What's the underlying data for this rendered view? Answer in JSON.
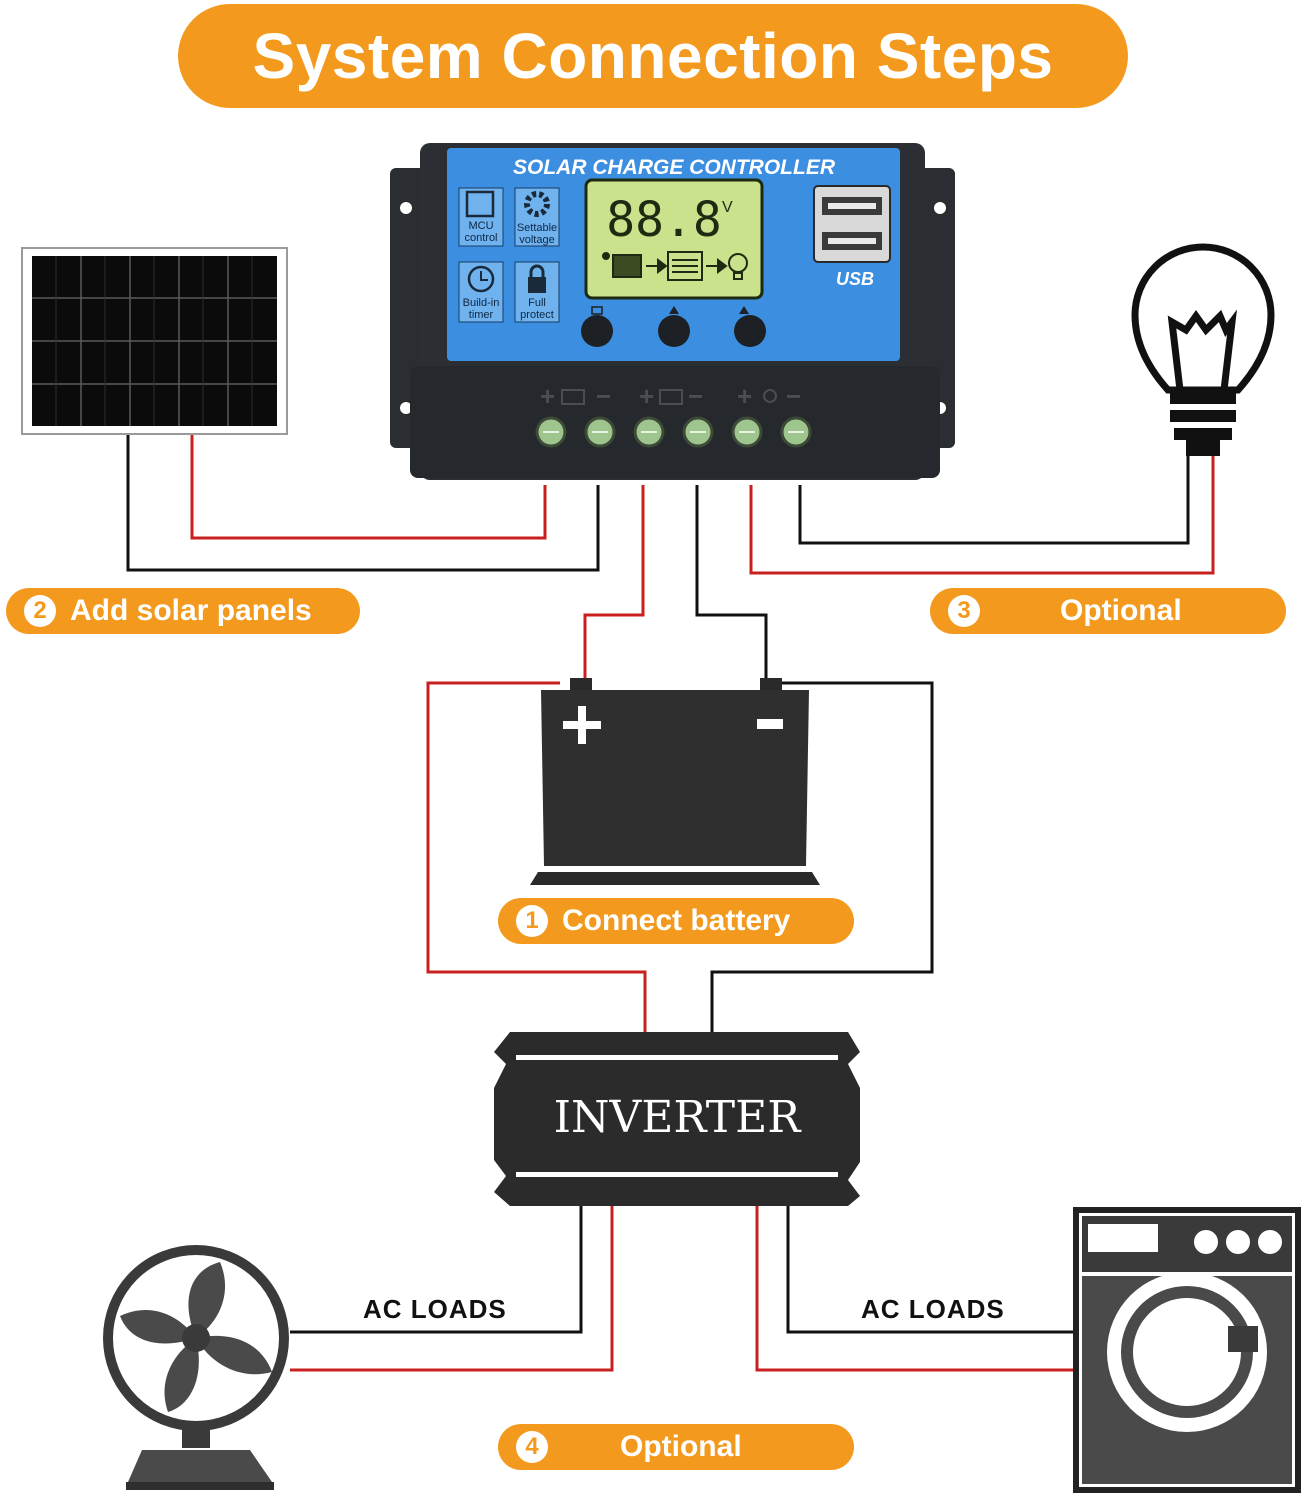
{
  "title": "System Connection Steps",
  "controller": {
    "header": "SOLAR CHARGE CONTROLLER",
    "lcd_value": "88.8",
    "lcd_unit": "V",
    "features": [
      {
        "icon": "mcu-chip-icon",
        "label_line1": "MCU",
        "label_line2": "control"
      },
      {
        "icon": "gear-icon",
        "label_line1": "Settable",
        "label_line2": "voltage"
      },
      {
        "icon": "clock-icon",
        "label_line1": "Build-in",
        "label_line2": "timer"
      },
      {
        "icon": "lock-icon",
        "label_line1": "Full",
        "label_line2": "protect"
      }
    ],
    "usb_label": "USB"
  },
  "steps": {
    "step1": {
      "number": "1",
      "label": "Connect battery"
    },
    "step2": {
      "number": "2",
      "label": "Add solar panels"
    },
    "step3": {
      "number": "3",
      "label": "Optional"
    },
    "step4": {
      "number": "4",
      "label": "Optional"
    }
  },
  "inverter_label": "INVERTER",
  "ac_loads_left": "AC LOADS",
  "ac_loads_right": "AC LOADS",
  "wire_colors": {
    "positive": "#c8201e",
    "negative": "#111111"
  },
  "accent": "#f39a1e",
  "controller_blue": "#3b8ee0"
}
